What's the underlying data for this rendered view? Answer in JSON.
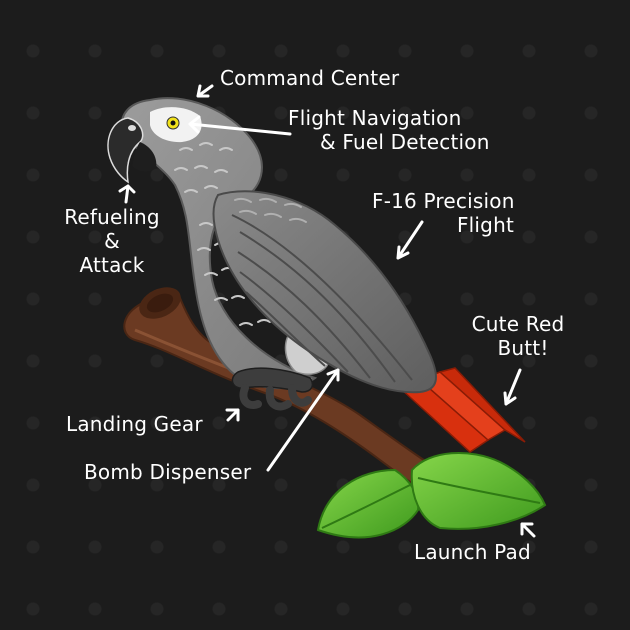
{
  "labels": {
    "command_center": "Command Center",
    "flight_navigation": [
      "Flight Navigation",
      "& Fuel Detection"
    ],
    "precision_flight": [
      "F-16 Precision",
      "Flight"
    ],
    "refueling": [
      "Refueling",
      "&",
      "Attack"
    ],
    "cute_red_butt": [
      "Cute Red",
      "Butt!"
    ],
    "landing_gear": "Landing Gear",
    "bomb_dispenser": "Bomb Dispenser",
    "launch_pad": "Launch Pad"
  },
  "colors": {
    "background": "#1c1c1c",
    "text": "#ffffff",
    "feathers": "#8c8c8c",
    "wing": "#6e6e6e",
    "tail": "#d8300e",
    "branch": "#6b3a22",
    "leaf": "#5dbd2e"
  }
}
